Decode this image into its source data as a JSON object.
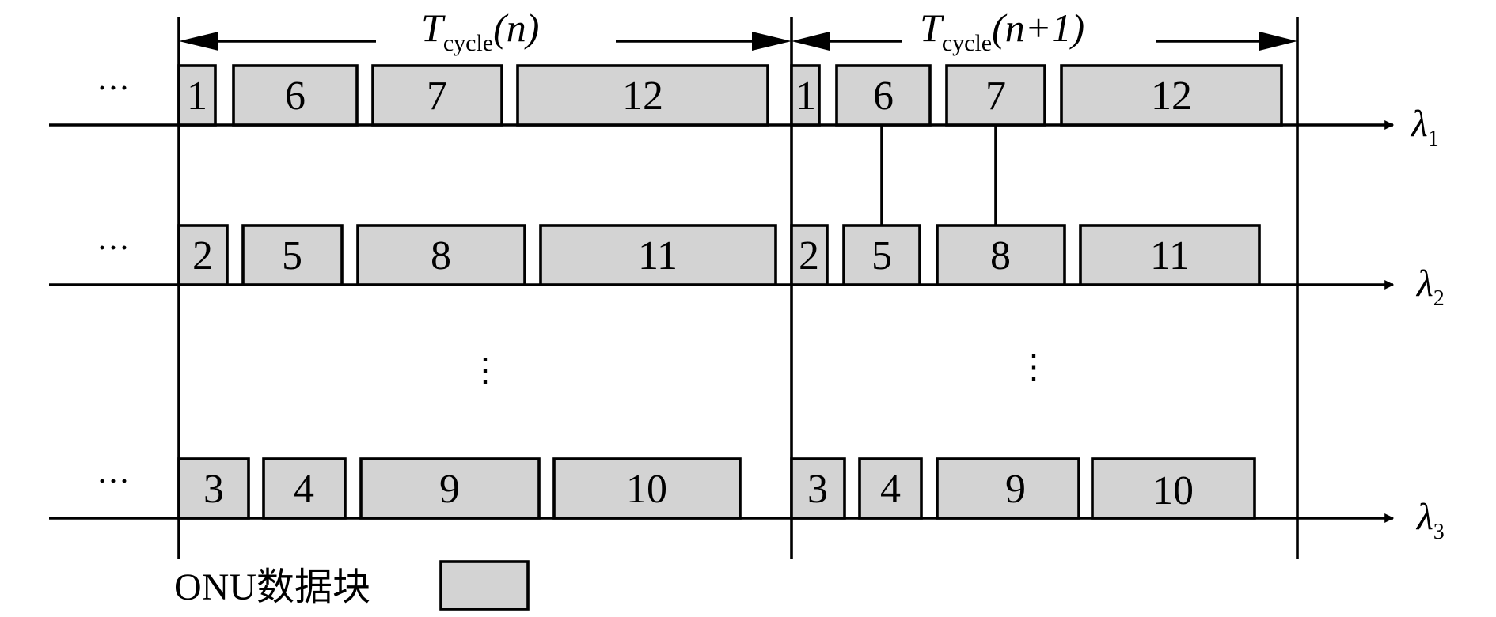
{
  "cycle_labels": [
    {
      "main": "T",
      "sub": "cycle",
      "arg": "(n)"
    },
    {
      "main": "T",
      "sub": "cycle",
      "arg": "(n+1)"
    }
  ],
  "wavelengths": [
    {
      "main": "λ",
      "sub": "1"
    },
    {
      "main": "λ",
      "sub": "2"
    },
    {
      "main": "λ",
      "sub": "3"
    }
  ],
  "row_leading_ellipsis": "···",
  "vertical_ellipsis": "⋮",
  "legend": {
    "text": "ONU数据块"
  },
  "rows": [
    {
      "cycle_n": [
        "1",
        "6",
        "7",
        "12"
      ],
      "cycle_n1": [
        "1",
        "6",
        "7",
        "12"
      ]
    },
    {
      "cycle_n": [
        "2",
        "5",
        "8",
        "11"
      ],
      "cycle_n1": [
        "2",
        "5",
        "8",
        "11"
      ]
    },
    {
      "cycle_n": [
        "3",
        "4",
        "9",
        "10"
      ],
      "cycle_n1": [
        "3",
        "4",
        "9",
        "10"
      ]
    }
  ]
}
